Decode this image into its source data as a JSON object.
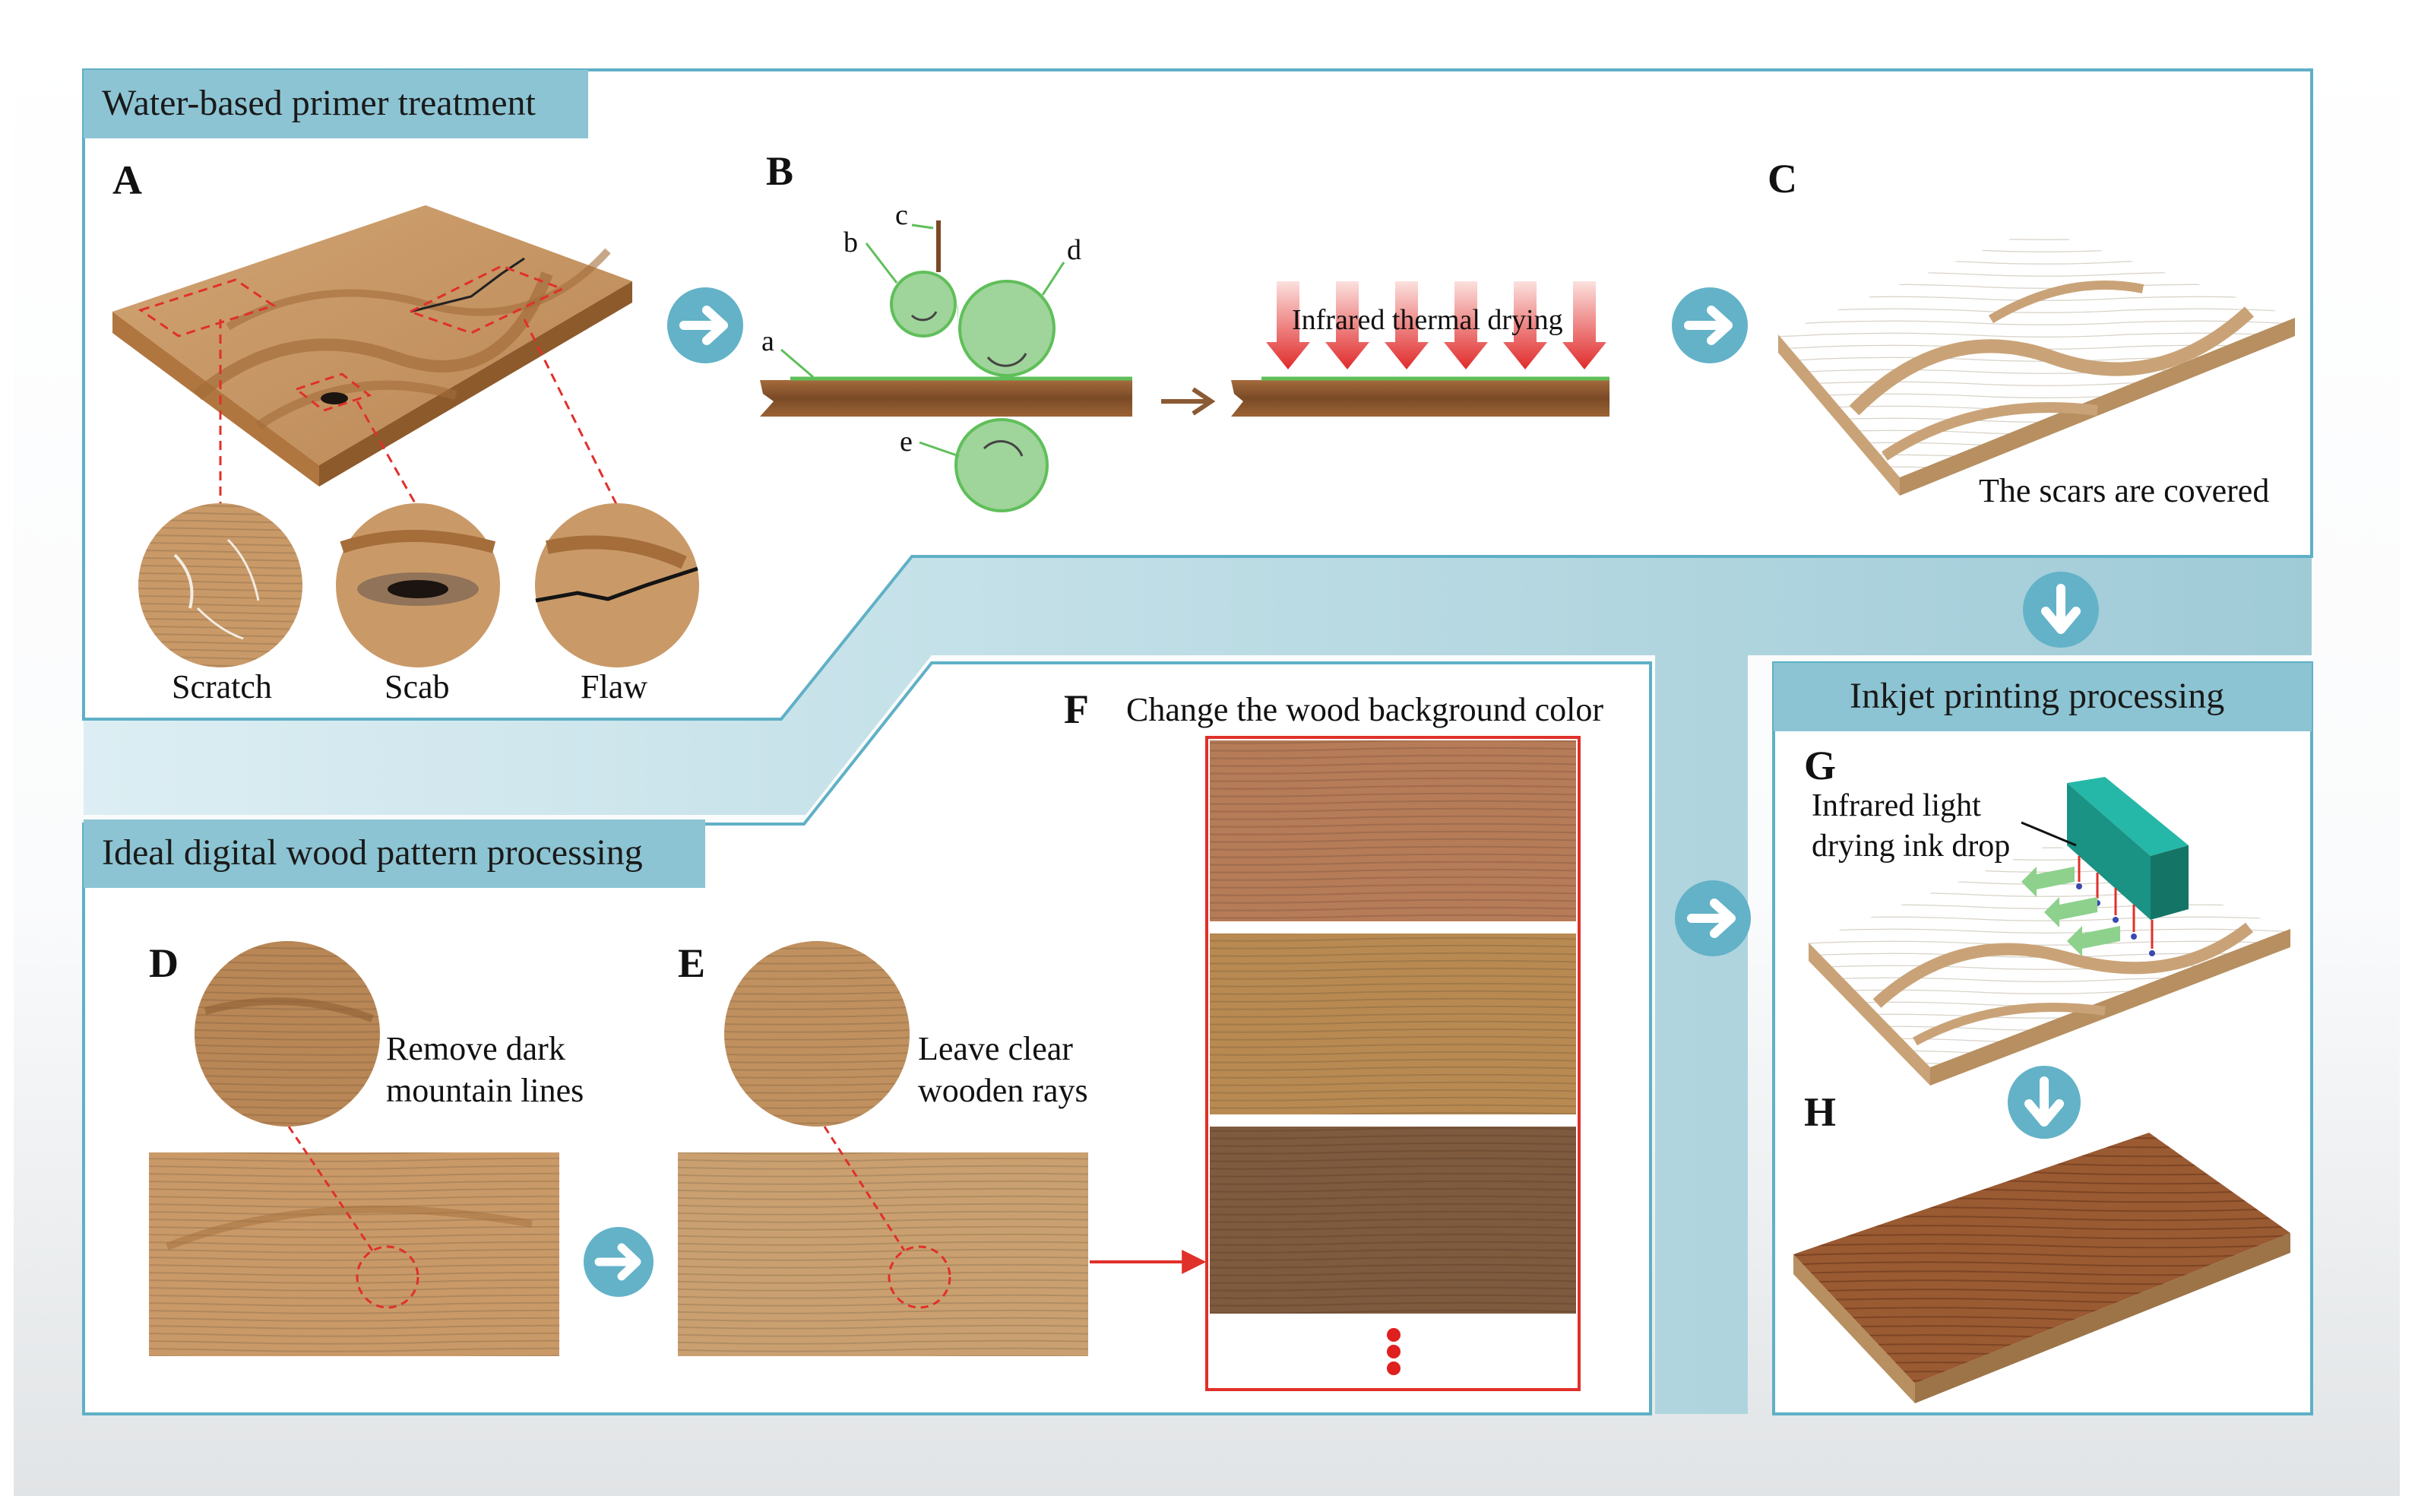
{
  "sections": {
    "primer": "Water-based primer treatment",
    "pattern": "Ideal digital wood pattern processing",
    "inkjet": "Inkjet printing processing"
  },
  "panels": {
    "A": "A",
    "B": "B",
    "C": "C",
    "D": "D",
    "E": "E",
    "F": "F",
    "G": "G",
    "H": "H"
  },
  "panel_A": {
    "defects": [
      "Scratch",
      "Scab",
      "Flaw"
    ]
  },
  "panel_B": {
    "parts": {
      "a": "a",
      "b": "b",
      "c": "c",
      "d": "d",
      "e": "e"
    },
    "drying_label": "Infrared thermal drying"
  },
  "panel_C": {
    "caption": "The scars are covered"
  },
  "panel_D": {
    "caption": "Remove dark\nmountain lines"
  },
  "panel_E": {
    "caption": "Leave clear\nwooden rays"
  },
  "panel_F": {
    "caption": "Change the wood background color"
  },
  "panel_G": {
    "caption": "Infrared light\ndrying ink drop"
  },
  "colors": {
    "frame": "#5fb0c6",
    "title_bar": "#8cc4d3",
    "wood_light": "#c89a6a",
    "wood_dark": "#8a5a34",
    "roller": "#9fd49a",
    "arrow_circle": "#63b2c8",
    "dashed_red": "#e0302a",
    "printhead": "#1fa395",
    "swatch_1": "#b67b57",
    "swatch_2": "#b88a52",
    "swatch_3": "#7e5a3e"
  },
  "icons": [
    "right-arrow-icon",
    "down-arrow-icon",
    "ellipsis-dots-icon"
  ]
}
